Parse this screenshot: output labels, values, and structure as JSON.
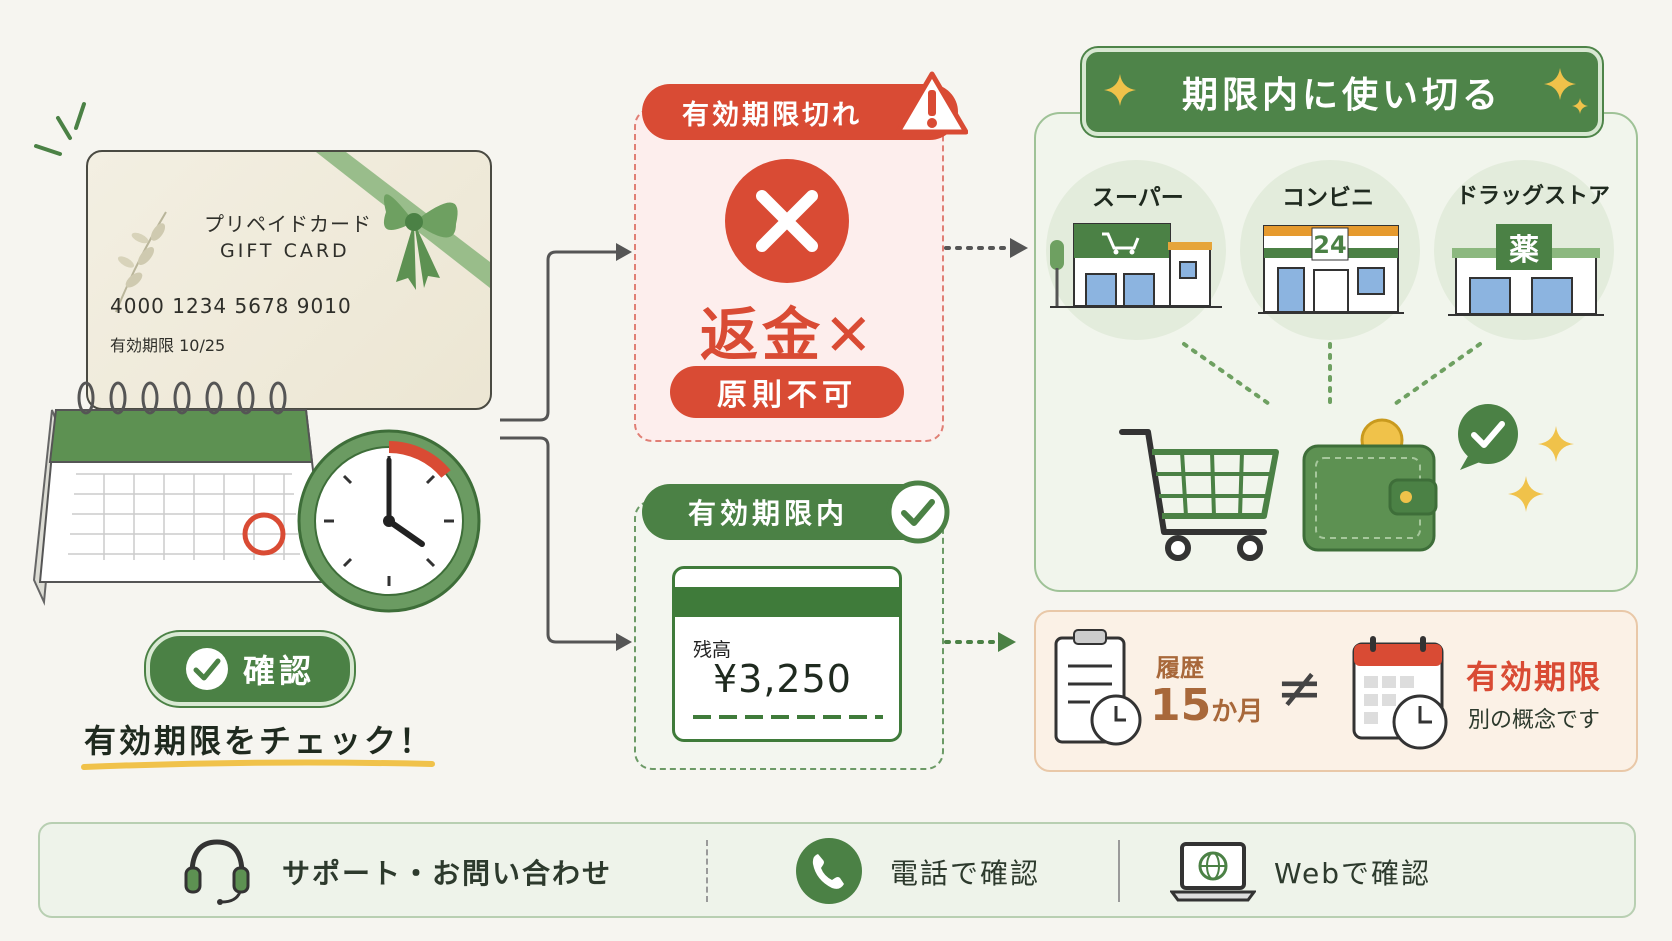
{
  "gift_card": {
    "title_jp": "プリペイドカード",
    "title_en": "GIFT CARD",
    "number": "4000 1234 5678 9010",
    "expiry": "有効期限 10/25"
  },
  "left": {
    "confirm_label": "確認",
    "check_caption": "有効期限をチェック！"
  },
  "expired": {
    "banner": "有効期限切れ",
    "refund": "返金✕",
    "principle": "原則不可"
  },
  "valid": {
    "banner": "有効期限内",
    "balance_label": "残高",
    "balance_value": "¥3,250"
  },
  "stores": {
    "title": "期限内に使い切る",
    "items": [
      {
        "label": "スーパー"
      },
      {
        "label": "コンビニ",
        "sign": "24"
      },
      {
        "label": "ドラッグストア",
        "sign": "薬"
      }
    ]
  },
  "history": {
    "label": "履歴",
    "months_num": "15",
    "months_unit": "か月",
    "neq": "≠",
    "expiry_label": "有効期限",
    "note": "別の概念です"
  },
  "support": {
    "items": [
      {
        "label": "サポート・お問い合わせ",
        "icon": "headset-icon"
      },
      {
        "label": "電話で確認",
        "icon": "phone-icon"
      },
      {
        "label": "Webで確認",
        "icon": "laptop-globe-icon"
      }
    ]
  },
  "colors": {
    "green": "#4b8145",
    "red": "#d94b34",
    "background": "#f6f5f0"
  }
}
